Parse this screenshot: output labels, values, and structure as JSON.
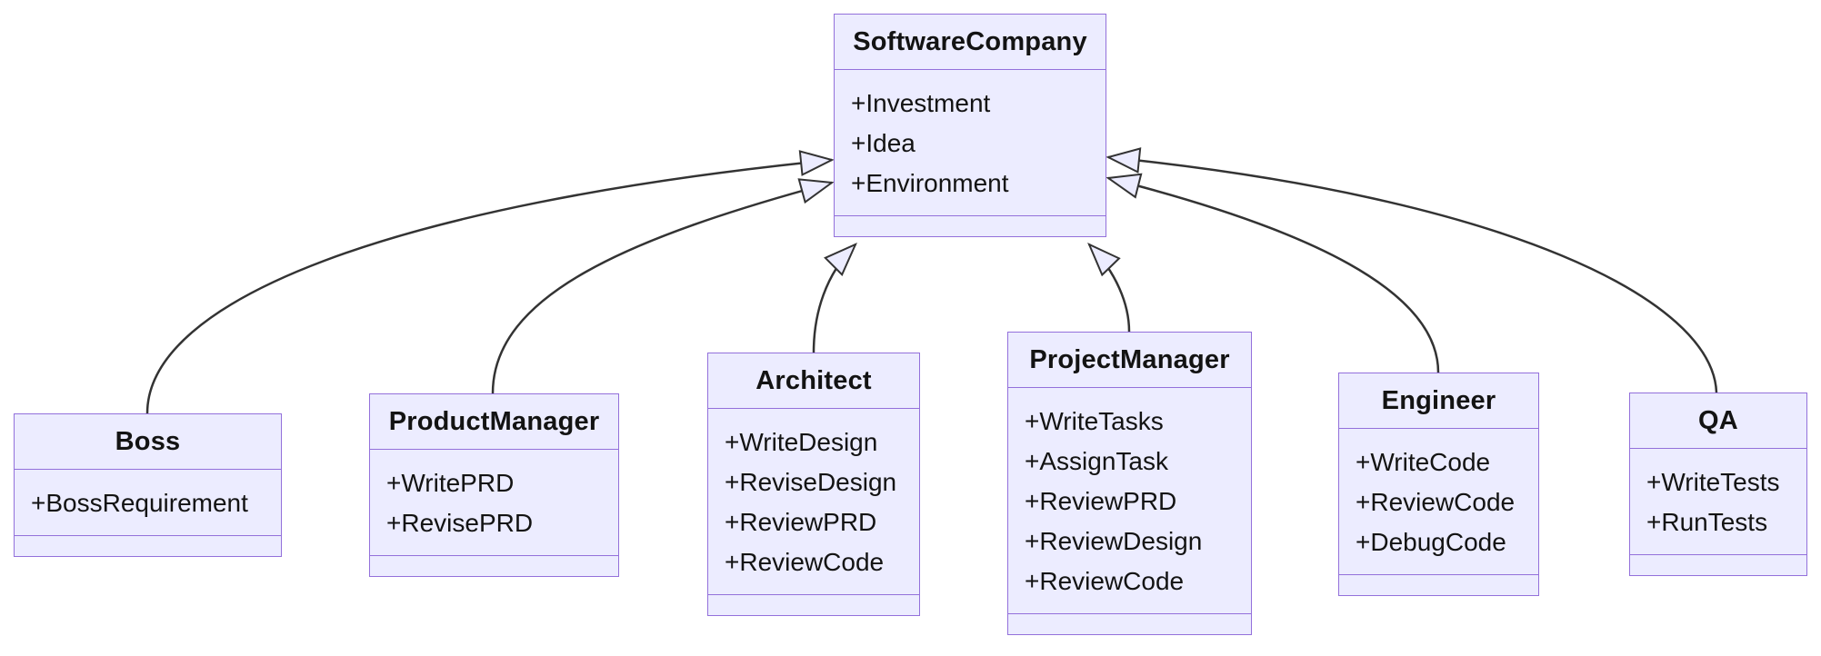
{
  "diagram": {
    "kind": "uml-class-diagram",
    "classes": [
      {
        "name": "SoftwareCompany",
        "attributes": [
          "+Investment",
          "+Idea",
          "+Environment"
        ]
      },
      {
        "name": "Boss",
        "attributes": [
          "+BossRequirement"
        ]
      },
      {
        "name": "ProductManager",
        "attributes": [
          "+WritePRD",
          "+RevisePRD"
        ]
      },
      {
        "name": "Architect",
        "attributes": [
          "+WriteDesign",
          "+ReviseDesign",
          "+ReviewPRD",
          "+ReviewCode"
        ]
      },
      {
        "name": "ProjectManager",
        "attributes": [
          "+WriteTasks",
          "+AssignTask",
          "+ReviewPRD",
          "+ReviewDesign",
          "+ReviewCode"
        ]
      },
      {
        "name": "Engineer",
        "attributes": [
          "+WriteCode",
          "+ReviewCode",
          "+DebugCode"
        ]
      },
      {
        "name": "QA",
        "attributes": [
          "+WriteTests",
          "+RunTests"
        ]
      }
    ],
    "edges": [
      {
        "from": "Boss",
        "to": "SoftwareCompany",
        "relation": "inheritance"
      },
      {
        "from": "ProductManager",
        "to": "SoftwareCompany",
        "relation": "inheritance"
      },
      {
        "from": "Architect",
        "to": "SoftwareCompany",
        "relation": "inheritance"
      },
      {
        "from": "ProjectManager",
        "to": "SoftwareCompany",
        "relation": "inheritance"
      },
      {
        "from": "Engineer",
        "to": "SoftwareCompany",
        "relation": "inheritance"
      },
      {
        "from": "QA",
        "to": "SoftwareCompany",
        "relation": "inheritance"
      }
    ],
    "colors": {
      "node_fill": "#ECECFF",
      "node_border": "#9370DB",
      "edge_line": "#333333",
      "text": "#131313",
      "background": "#ffffff"
    }
  }
}
